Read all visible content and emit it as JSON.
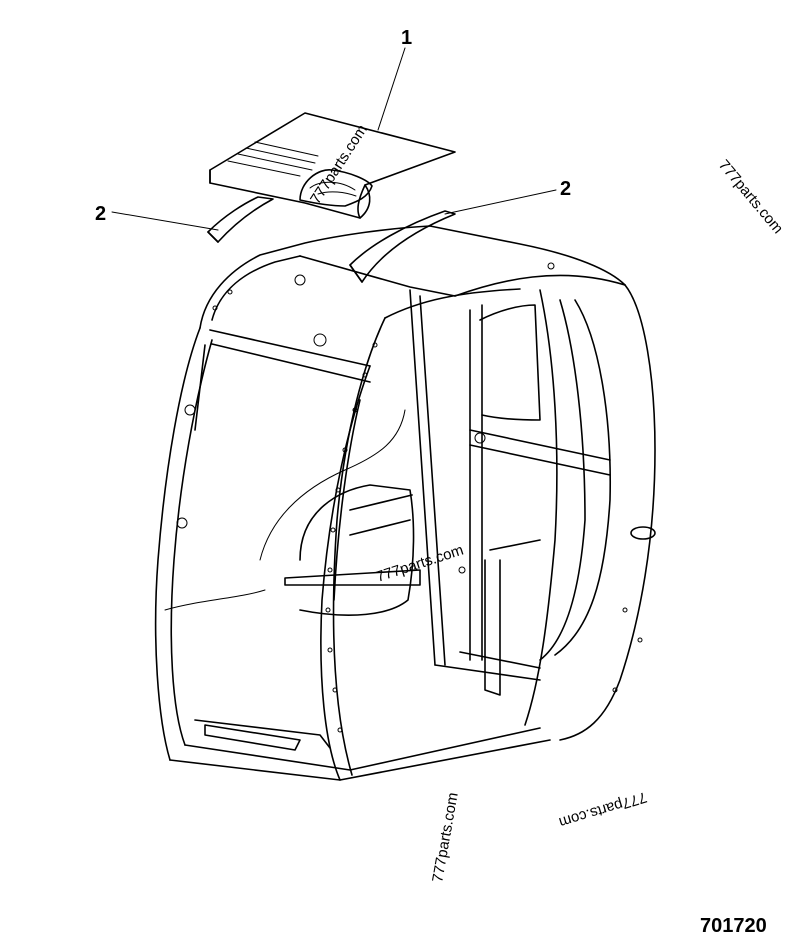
{
  "diagram": {
    "callouts": [
      {
        "id": "1",
        "label": "1"
      },
      {
        "id": "2a",
        "label": "2"
      },
      {
        "id": "2b",
        "label": "2"
      }
    ],
    "watermarks": [
      {
        "text": "777parts.com"
      },
      {
        "text": "777parts.com"
      },
      {
        "text": "777parts.com"
      },
      {
        "text": "777parts.com"
      },
      {
        "text": "777parts.com"
      }
    ],
    "figure_number": "701720"
  }
}
